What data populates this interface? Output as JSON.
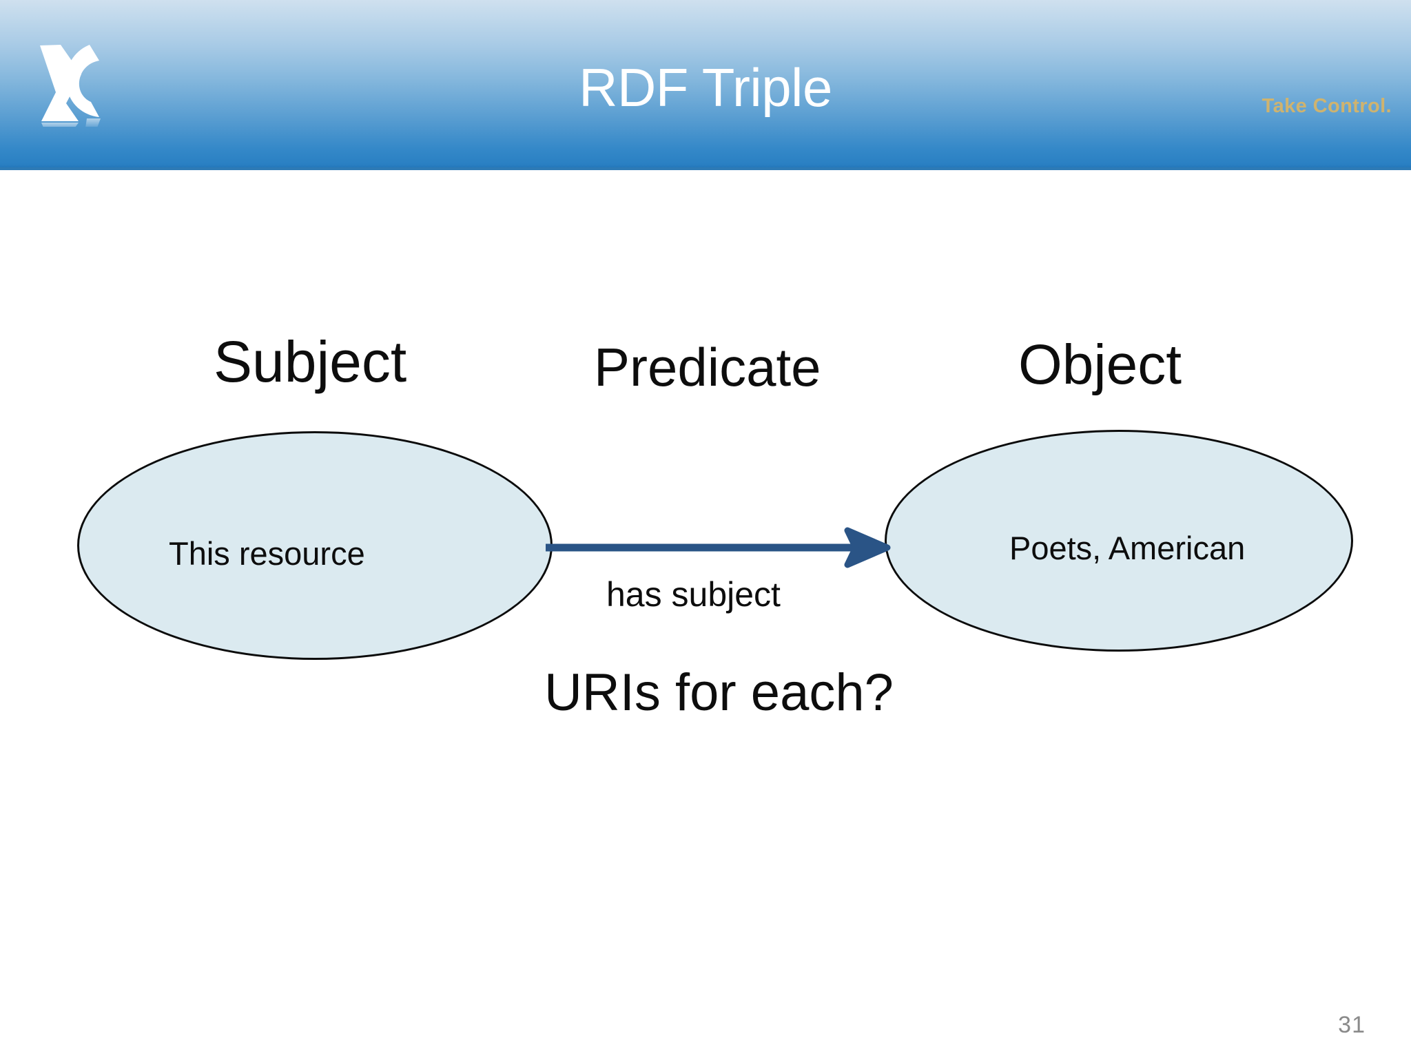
{
  "header": {
    "title": "RDF Triple",
    "tagline": "Take Control.",
    "logo_icon": "stylized-x-logo-icon",
    "gradient_top": "#cfe0ef",
    "gradient_bottom": "#1f72b4",
    "title_color": "#ffffff",
    "tagline_color": "#d8b567"
  },
  "diagram": {
    "type": "rdf-triple-graph",
    "headings": {
      "subject": "Subject",
      "predicate": "Predicate",
      "object": "Object"
    },
    "nodes": [
      {
        "role": "subject",
        "label": "This resource",
        "shape": "ellipse",
        "fill": "#dbeaf0",
        "stroke": "#0b0b0b"
      },
      {
        "role": "object",
        "label": "Poets, American",
        "shape": "ellipse",
        "fill": "#dbeaf0",
        "stroke": "#0b0b0b"
      }
    ],
    "edge": {
      "label": "has subject",
      "from": "subject",
      "to": "object",
      "color": "#2a5486",
      "arrow": "right-arrow-icon"
    },
    "question": "URIs for each?"
  },
  "footer": {
    "page_number": "31",
    "page_number_color": "#8a8a8a"
  }
}
